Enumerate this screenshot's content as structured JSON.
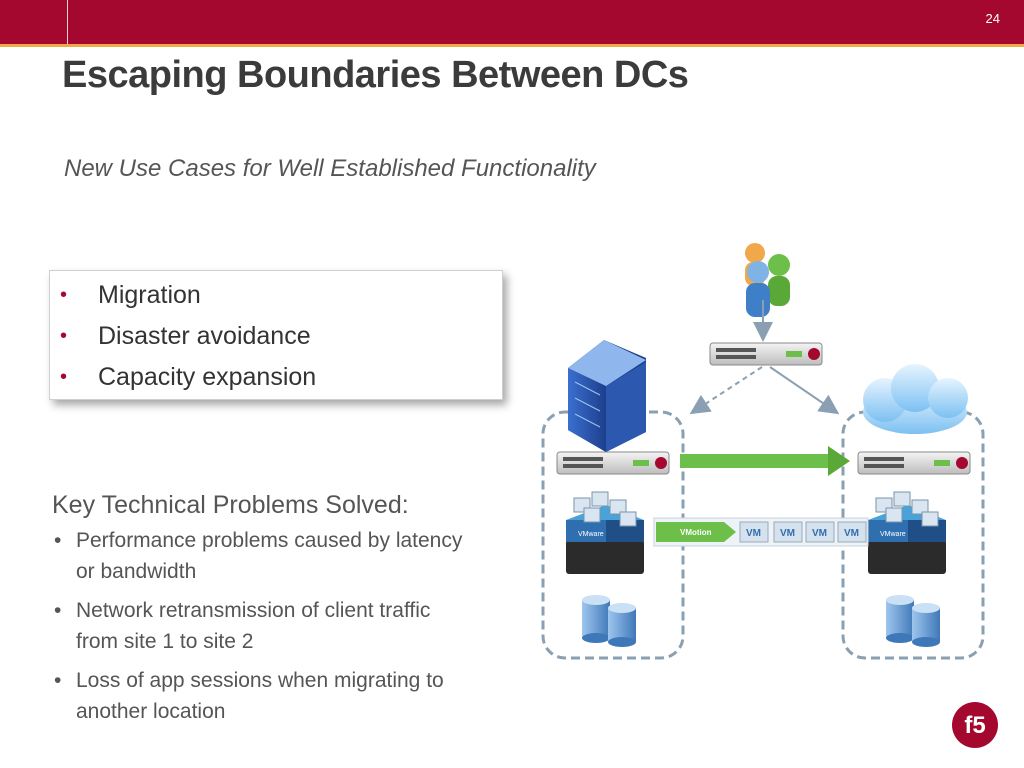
{
  "slide": {
    "number": "24",
    "title": "Escaping Boundaries Between DCs",
    "subtitle": "New Use Cases for Well Established Functionality"
  },
  "use_cases": [
    {
      "label": "Migration"
    },
    {
      "label": "Disaster avoidance"
    },
    {
      "label": "Capacity expansion"
    }
  ],
  "problems": {
    "heading": "Key Technical Problems Solved:",
    "items": [
      {
        "text": "Performance problems caused by latency or bandwidth"
      },
      {
        "text": "Network retransmission of client traffic from site 1 to site 2"
      },
      {
        "text": "Loss of app sessions when migrating to another location"
      }
    ]
  },
  "diagram": {
    "vmotion_label": "VMotion",
    "vm_labels": [
      "VM",
      "VM",
      "VM",
      "VM"
    ],
    "vmware_label": "VMware",
    "logo_text": "f5"
  },
  "colors": {
    "brand_red": "#a5082e",
    "accent_gold": "#f1a84a",
    "arrow_green": "#6cc04a",
    "vm_blue": "#2f6fb0"
  },
  "icons": [
    "users-icon",
    "device-icon",
    "building-icon",
    "cloud-icon",
    "server-stack-icon",
    "database-icon",
    "f5-logo-icon"
  ]
}
